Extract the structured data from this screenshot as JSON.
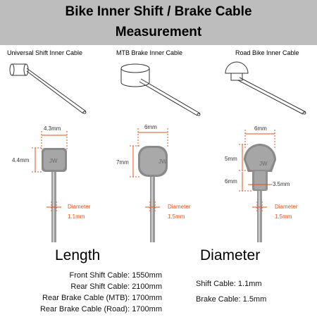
{
  "header": {
    "title_line1": "Bike Inner Shift / Brake Cable",
    "title_line2": "Measurement"
  },
  "categories": {
    "universal": "Universal Shift Inner Cable",
    "mtb": "MTB Brake Inner Cable",
    "road": "Road Bike Inner Cable"
  },
  "dimensions": {
    "universal": {
      "width": "4.3mm",
      "height": "4.4mm",
      "diameter_label": "Diameter",
      "diameter": "1.1mm"
    },
    "mtb": {
      "width": "6mm",
      "height": "7mm",
      "diameter_label": "Diameter",
      "diameter": "1.5mm"
    },
    "road": {
      "width": "6mm",
      "height_top": "5mm",
      "height_bottom": "6mm",
      "neck": "3.5mm",
      "diameter_label": "Diameter",
      "diameter": "1.5mm"
    }
  },
  "length": {
    "heading": "Length",
    "items": [
      "Front Shift Cable: 1550mm",
      "Rear Shift Cable: 2100mm",
      "Rear Brake Cable (MTB): 1700mm",
      "Rear Brake Cable (Road): 1700mm"
    ]
  },
  "diameter": {
    "heading": "Diameter",
    "items": [
      "Shift Cable: 1.1mm",
      "Brake Cable: 1.5mm"
    ]
  },
  "colors": {
    "header_bg": "#bdbdbd",
    "accent": "#e0531c"
  }
}
